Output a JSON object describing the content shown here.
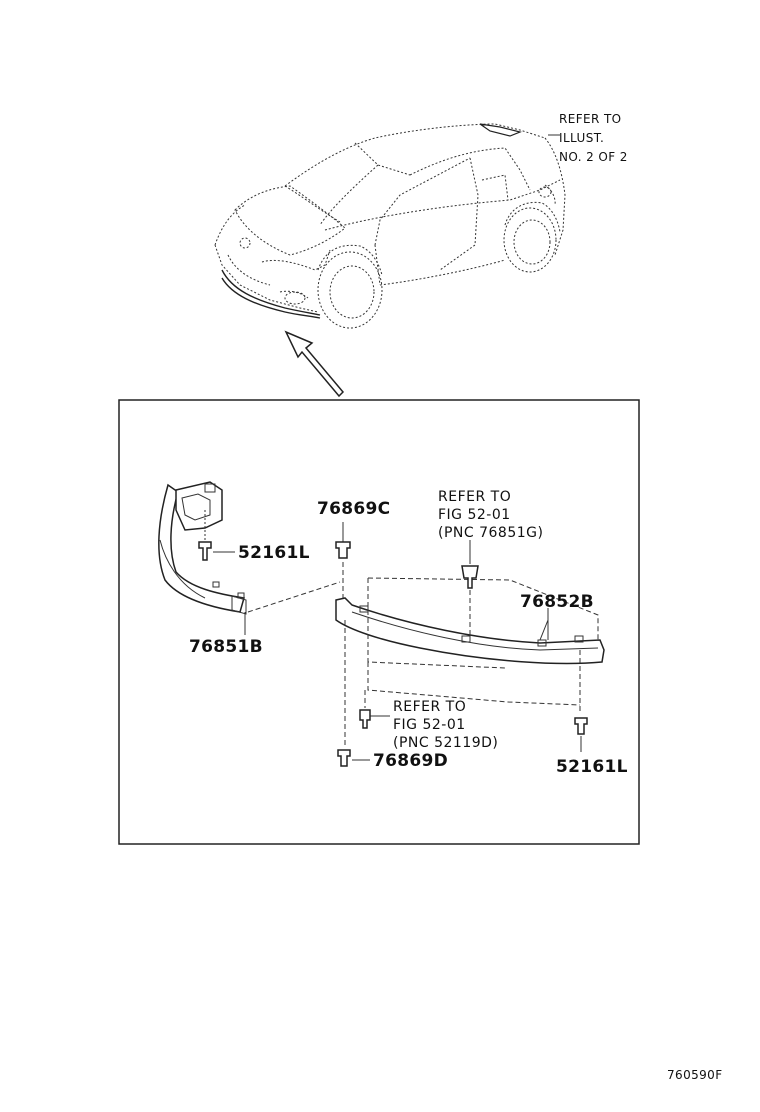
{
  "vehicle": {
    "refer_note": [
      "REFER TO",
      "ILLUST.",
      "NO. 2 OF 2"
    ]
  },
  "detail": {
    "labels": {
      "p76869c": "76869C",
      "p52161l_top": "52161L",
      "p76851b": "76851B",
      "p76852b": "76852B",
      "p76869d": "76869D",
      "p52161l_bottom": "52161L"
    },
    "refer_upper": [
      "REFER TO",
      "FIG 52-01",
      "(PNC 76851G)"
    ],
    "refer_lower": [
      "REFER TO",
      "FIG 52-01",
      "(PNC 52119D)"
    ]
  },
  "figure_code": "760590F"
}
